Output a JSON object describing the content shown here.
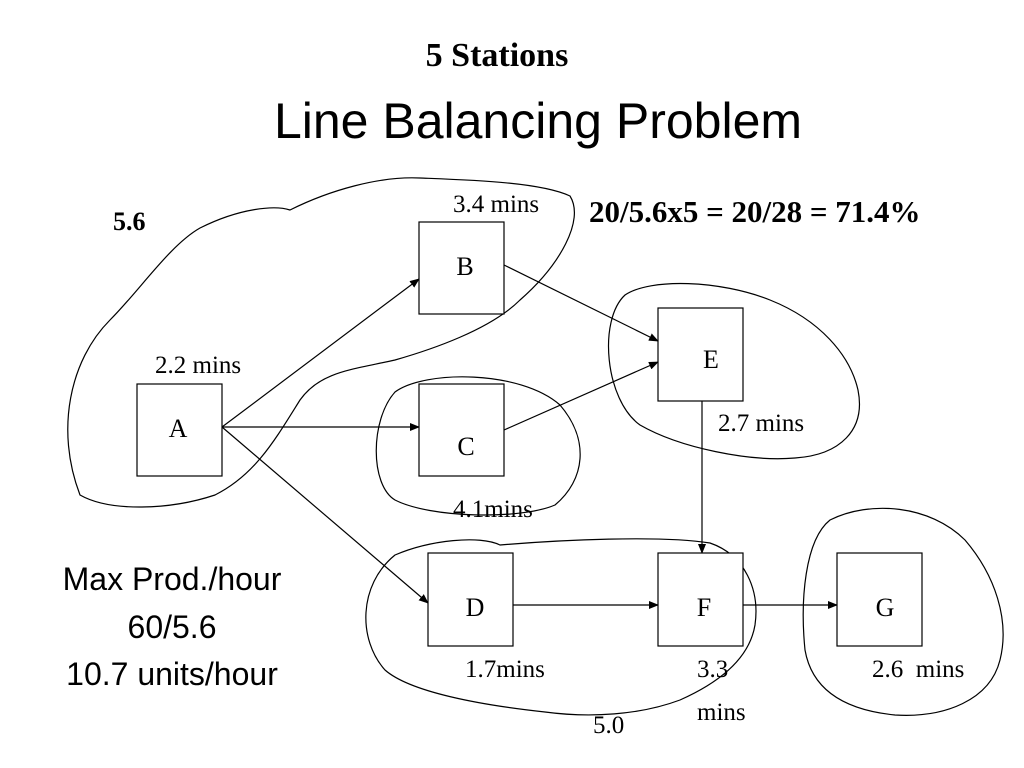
{
  "slide": {
    "subtitle": "5 Stations",
    "title": "Line Balancing Problem"
  },
  "tasks": {
    "A": {
      "label": "A",
      "time": "2.2 mins"
    },
    "B": {
      "label": "B",
      "time": "3.4 mins"
    },
    "C": {
      "label": "C",
      "time": "4.1mins"
    },
    "D": {
      "label": "D",
      "time": "1.7mins"
    },
    "E": {
      "label": "E",
      "time": "2.7 mins"
    },
    "F": {
      "label": "F",
      "time_line1": "3.3",
      "time_line2": "mins"
    },
    "G": {
      "label": "G",
      "time": "2.6  mins"
    }
  },
  "annotations": {
    "station1_time": "5.6",
    "station_df_time": "5.0",
    "efficiency": "20/5.6x5 = 20/28 = 71.4%"
  },
  "production": {
    "line1": "Max Prod./hour",
    "line2": "60/5.6",
    "line3": "10.7 units/hour"
  }
}
